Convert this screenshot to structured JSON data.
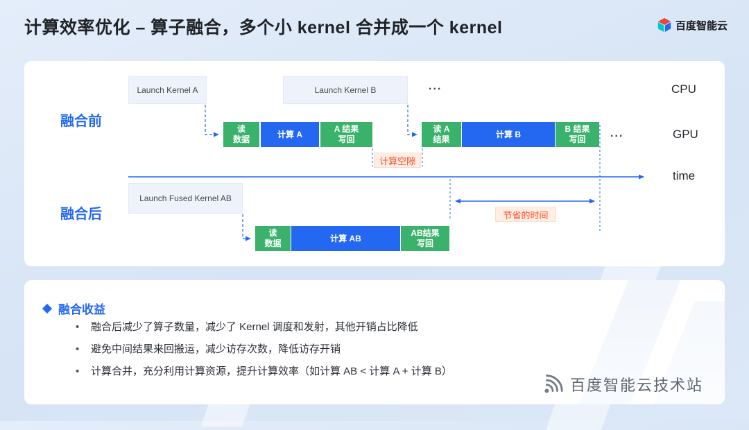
{
  "header": {
    "title": "计算效率优化 – 算子融合，多个小 kernel 合并成一个 kernel",
    "brand": "百度智能云"
  },
  "diagram": {
    "row_labels": {
      "before": "融合前",
      "after": "融合后"
    },
    "axis_labels": {
      "cpu": "CPU",
      "gpu": "GPU",
      "time": "time"
    },
    "cpu_boxes": {
      "launch_a": "Launch Kernel A",
      "launch_b": "Launch Kernel B",
      "ellipsis": "..."
    },
    "gpu_before": {
      "read_data": "读\n数据",
      "compute_a": "计算 A",
      "write_a": "A 结果\n写回",
      "read_a": "读 A\n结果",
      "compute_b": "计算 B",
      "write_b": "B 结果\n写回",
      "ellipsis": "..."
    },
    "gap_label": "计算空隙",
    "saved_label": "节省的时间",
    "fused": {
      "launch": "Launch Fused Kernel AB",
      "read_data": "读\n数据",
      "compute_ab": "计算 AB",
      "write_ab": "AB结果\n写回"
    }
  },
  "benefits": {
    "title": "融合收益",
    "items": [
      "融合后减少了算子数量，减少了 Kernel 调度和发射，其他开销占比降低",
      "避免中间结果来回搬运，减少访存次数，降低访存开销",
      "计算合并，充分利用计算资源，提升计算效率（如计算 AB < 计算 A + 计算 B）"
    ]
  },
  "watermark": "百度智能云技术站",
  "colors": {
    "accent_blue": "#2468f2",
    "memory_green": "#3bb26b",
    "highlight_orange": "#ff4f29",
    "highlight_bg": "#ffeee4"
  }
}
